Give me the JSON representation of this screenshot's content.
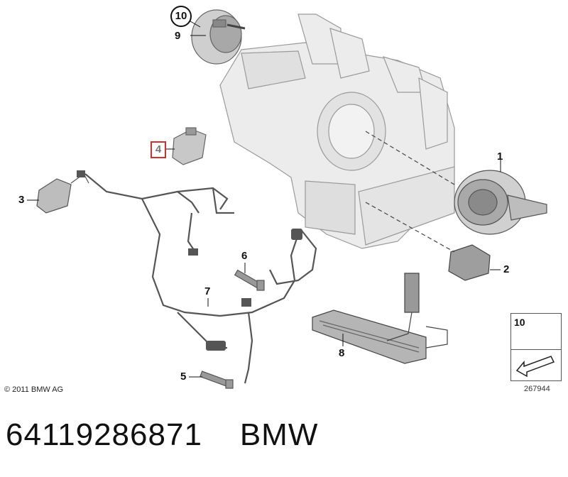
{
  "callouts": {
    "c1": "1",
    "c2": "2",
    "c3": "3",
    "c4": "4",
    "c5": "5",
    "c6": "6",
    "c7": "7",
    "c8": "8",
    "c9": "9",
    "c10": "10"
  },
  "inset": {
    "label": "10"
  },
  "copyright": "© 2011 BMW AG",
  "diagram_number": "267944",
  "footer": {
    "part_number": "64119286871",
    "brand": "BMW",
    "separator": "    "
  },
  "colors": {
    "outline": "#9a9a9a",
    "part_fill": "#e6e6e6",
    "dark_part": "#6b6b6b",
    "highlight_box": "#d0302f"
  }
}
